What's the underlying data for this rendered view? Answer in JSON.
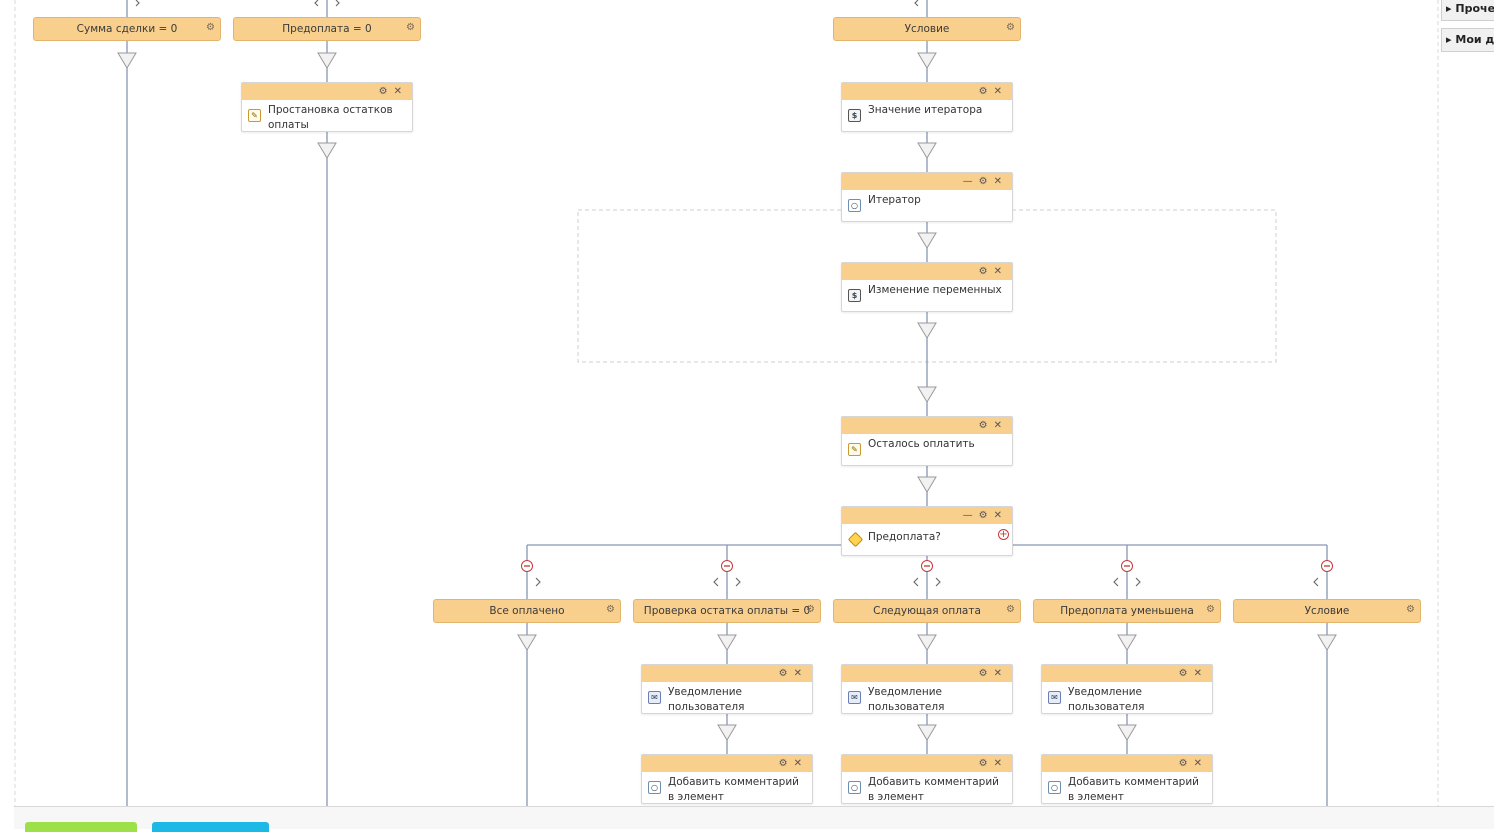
{
  "conditions": {
    "deal_sum_zero": "Сумма сделки = 0",
    "prepay_zero": "Предоплата = 0",
    "condition_top": "Условие",
    "all_paid": "Все оплачено",
    "check_remaining_zero": "Проверка остатка оплаты = 0",
    "next_payment": "Следующая оплата",
    "prepay_reduced": "Предоплата уменьшена",
    "condition_bottom": "Условие"
  },
  "activities": {
    "set_remaining": "Простановка остатков оплаты",
    "iterator_value": "Значение итератора",
    "iterator": "Итератор",
    "change_variables": "Изменение переменных",
    "left_to_pay": "Осталось оплатить",
    "prepayment_q": "Предоплата?",
    "notify_1": "Уведомление пользователя",
    "notify_2": "Уведомление пользователя",
    "notify_3": "Уведомление пользователя",
    "add_comment_1": "Добавить комментарий в элемент",
    "add_comment_2": "Добавить комментарий в элемент",
    "add_comment_3": "Добавить комментарий в элемент"
  },
  "sidebar": {
    "item_other": "Проче",
    "item_my": "Мои д"
  },
  "icons": {
    "gear": "⚙",
    "close": "✕",
    "minimize": "—",
    "plus": "+",
    "arrow_right": "▸"
  },
  "colors": {
    "block_header": "#f8cf8d",
    "wire": "#8796b3",
    "minus_circle": "#c23b3b",
    "btn_green": "#9ee04a",
    "btn_blue": "#1cb8e6"
  }
}
